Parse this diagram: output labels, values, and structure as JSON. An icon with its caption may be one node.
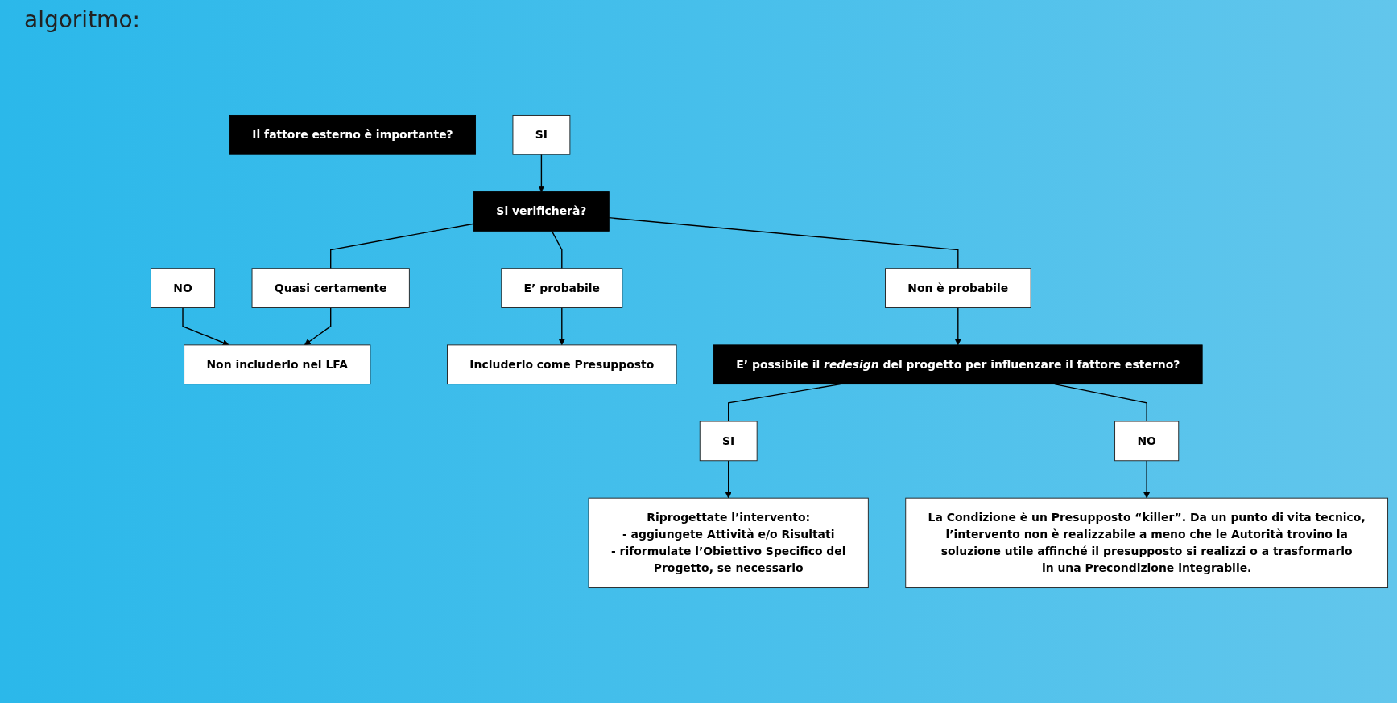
{
  "diagram": {
    "nodes": [
      {
        "text": [
          "Il fattore esterno è importante?"
        ]
      },
      {
        "text": [
          "SI"
        ]
      },
      {
        "text": [
          "NO"
        ]
      },
      {
        "text": [
          "Si verificherà?"
        ]
      },
      {
        "text": [
          "Quasi certamente"
        ]
      },
      {
        "text": [
          "E’ probabile"
        ]
      },
      {
        "text": [
          "Non è probabile"
        ]
      },
      {
        "text": [
          "Non includerlo nel LFA"
        ]
      },
      {
        "text": [
          "Includerlo come Presupposto"
        ]
      },
      {
        "text": [
          "E’ possibile il *redesign* del progetto per influenzare il fattore esterno?"
        ]
      },
      {
        "text": [
          "SI"
        ]
      },
      {
        "text": [
          "NO"
        ]
      },
      {
        "text": [
          "Riprogettate l’intervento:",
          "- aggiungete Attività e/o Risultati",
          "- riformulate l’Obiettivo Specifico del Progetto, se necessario"
        ]
      },
      {
        "text": [
          "La Condizione è un Presupposto “killer”. Da un punto di vita tecnico, l’intervento non è realizzabile a meno che le Autorità trovino la soluzione utile affinché il presupposto si realizzi o a trasformarlo in una Precondizione integrabile."
        ]
      }
    ],
    "edges": [
      {
        "from": 1,
        "to": 3,
        "arrow": "to"
      },
      {
        "from": 2,
        "to": 7,
        "arrow": "to"
      },
      {
        "from": 3,
        "to": 4,
        "arrow": "none"
      },
      {
        "from": 3,
        "to": 5,
        "arrow": "none"
      },
      {
        "from": 3,
        "to": 6,
        "arrow": "none"
      },
      {
        "from": 4,
        "to": 7,
        "arrow": "to"
      },
      {
        "from": 5,
        "to": 8,
        "arrow": "to"
      },
      {
        "from": 6,
        "to": 9,
        "arrow": "to"
      },
      {
        "from": 9,
        "to": 10,
        "arrow": "none"
      },
      {
        "from": 10,
        "to": 12,
        "arrow": "to"
      },
      {
        "from": 9,
        "to": 11,
        "arrow": "none"
      },
      {
        "from": 11,
        "to": 13,
        "arrow": "to"
      }
    ],
    "labels": [
      "algoritmo:"
    ]
  }
}
